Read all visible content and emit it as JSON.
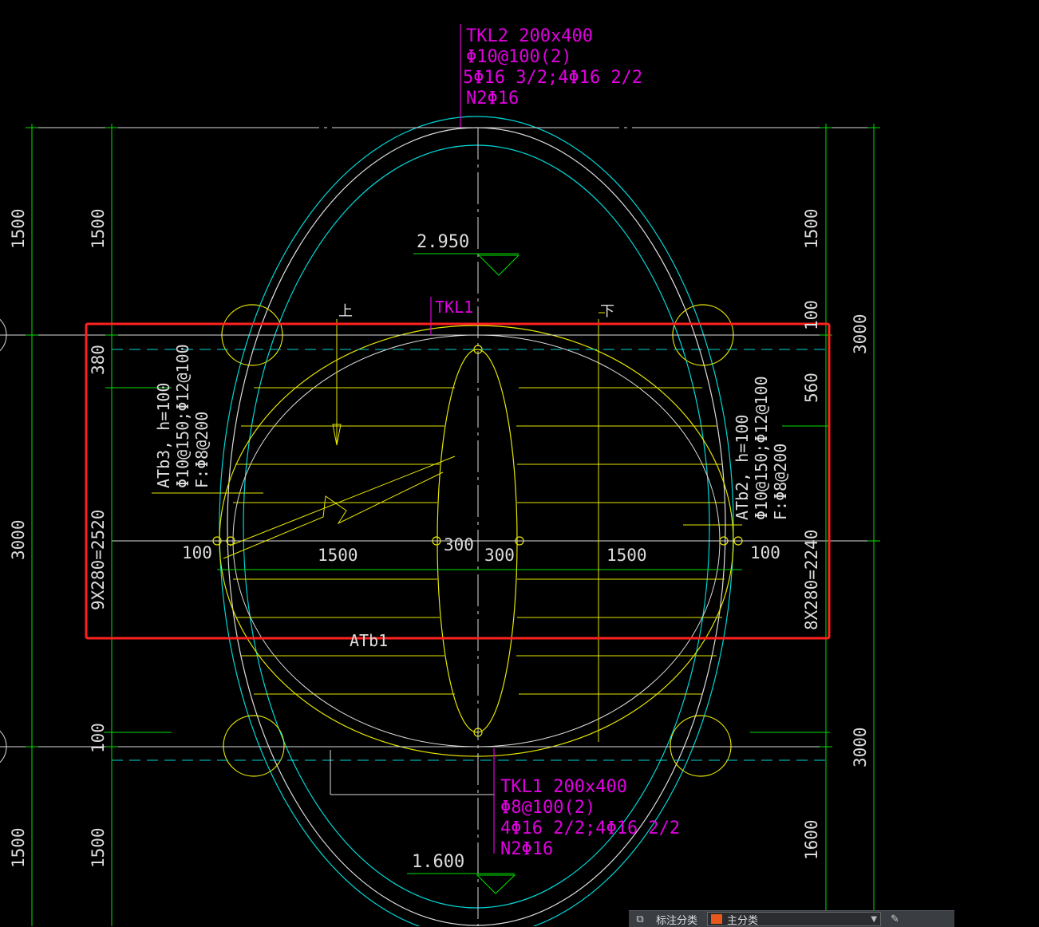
{
  "colors": {
    "dim": "#00e000",
    "magenta": "#e000e0",
    "yellow": "#e6e600",
    "cyan": "#00d8d8",
    "white": "#dcdcdc",
    "highlight": "#ff2020"
  },
  "annotations": {
    "tkl2_lines": [
      "TKL2 200x400",
      "Φ10@100(2)",
      "5Φ16 3/2;4Φ16 2/2",
      "N2Φ16"
    ],
    "tkl1_lines": [
      "TKL1 200x400",
      "Φ8@100(2)",
      "4Φ16 2/2;4Φ16 2/2",
      "N2Φ16"
    ],
    "tkl1_top": "TKL1",
    "elev_top": "2.950",
    "elev_bottom": "1.600",
    "up": "上",
    "down": "下",
    "atb1": "ATb1",
    "atb3_lines": [
      "ATb3, h=100",
      "Φ10@150;Φ12@100",
      "F:Φ8@200"
    ],
    "atb2_lines": [
      "ATb2, h=100",
      "Φ10@150;Φ12@100",
      "F:Φ8@200"
    ]
  },
  "dimensions": {
    "left_outer": [
      "1500",
      "3000",
      "1500"
    ],
    "left_inner": [
      "1500",
      "380",
      "9X280=2520",
      "100",
      "1500"
    ],
    "right_inner": [
      "1500",
      "100",
      "560",
      "8X280=2240",
      "1600"
    ],
    "right_outer": [
      "3000",
      "3000"
    ],
    "center_row": [
      "100",
      "1500",
      "300",
      "300",
      "1500",
      "100"
    ]
  },
  "toolbar": {
    "icon": "layers-icon",
    "label": "标注分类",
    "select_value": "主分类",
    "edit_icon": "edit-icon"
  }
}
